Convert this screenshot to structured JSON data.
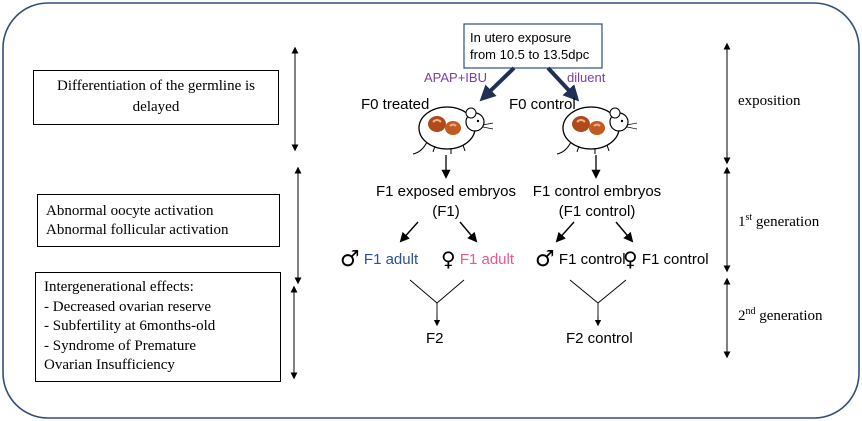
{
  "left_boxes": {
    "box1": {
      "lines": [
        "Differentiation of the germline is",
        "delayed"
      ]
    },
    "box2": {
      "lines": [
        "Abnormal oocyte activation",
        "Abnormal follicular activation"
      ]
    },
    "box3": {
      "lines": [
        "Intergenerational effects:",
        "- Decreased ovarian reserve",
        "- Subfertility at 6months-old",
        "- Syndrome of Premature",
        "Ovarian Insufficiency"
      ]
    }
  },
  "top_box": {
    "lines": [
      "In utero exposure",
      "from 10.5 to 13.5dpc"
    ]
  },
  "labels": {
    "apap": "APAP+IBU",
    "diluent": "diluent",
    "f0_treated": "F0 treated",
    "f0_control": "F0 control",
    "f1_exposed_1": "F1 exposed embryos",
    "f1_exposed_2": "(F1)",
    "f1_control_1": "F1 control embryos",
    "f1_control_2": "(F1 control)",
    "male_adult": "F1 adult",
    "female_adult": "F1 adult",
    "male_control": "F1 control",
    "female_control": "F1 control",
    "f2": "F2",
    "f2_control": "F2 control"
  },
  "right_labels": {
    "exposition": "exposition",
    "gen1_num": "1",
    "gen1_sup": "st",
    "gen1_word": " generation",
    "gen2_num": "2",
    "gen2_sup": "nd",
    "gen2_word": " generation"
  },
  "symbols": {
    "male": "♂",
    "female": "♀"
  },
  "colors": {
    "frame": "#2f4f7a",
    "treatment_purple": "#7b3fa0",
    "male_blue": "#2b4f9c",
    "female_pink": "#e8559a",
    "arrow_navy": "#1f2f55",
    "embryo_brown": "#b04a1a",
    "text": "#000000"
  }
}
